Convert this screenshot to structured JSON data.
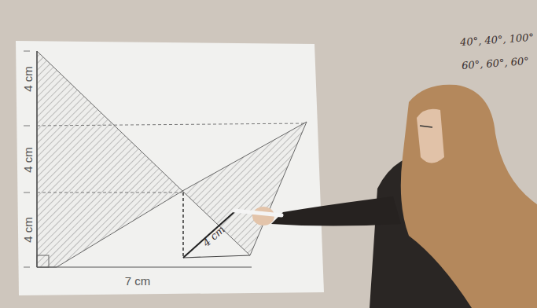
{
  "diagram": {
    "labels": [
      "4 cm",
      "4 cm",
      "4 cm",
      "7 cm",
      "4 cm",
      "40°, 40°, 100°",
      "60°, 60°, 60°"
    ]
  }
}
